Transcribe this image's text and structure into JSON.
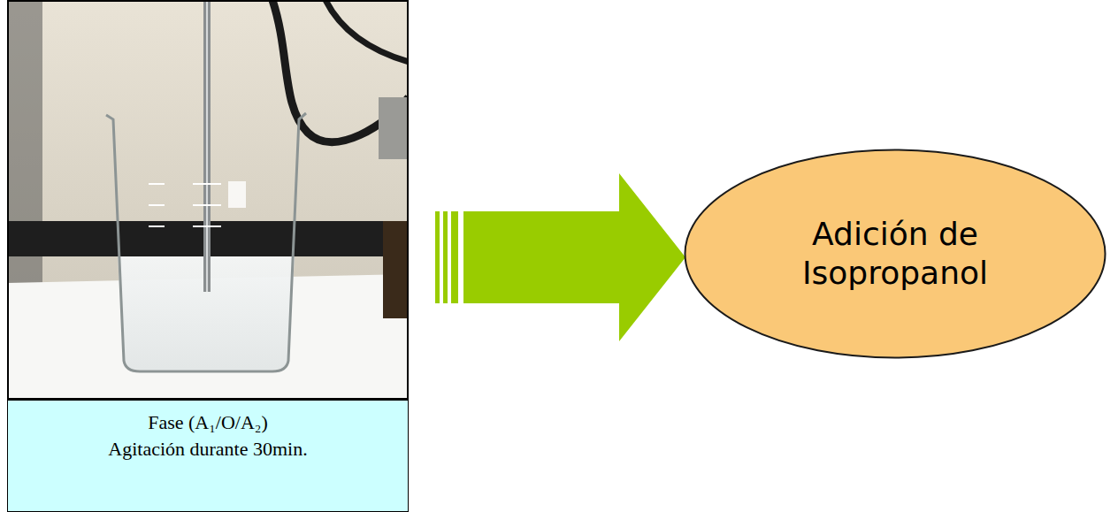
{
  "diagram": {
    "nodes": [
      {
        "text": [
          "Fase (A₁/O/A₂)",
          "Agitación durante 30min."
        ]
      },
      {
        "text": [
          "Adición de Isopropanol"
        ]
      }
    ],
    "edges": [
      {
        "from": 0,
        "to": 1,
        "arrow": "to"
      }
    ]
  }
}
